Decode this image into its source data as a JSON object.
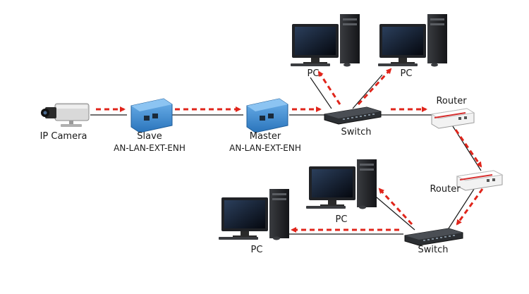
{
  "labels": {
    "camera": "IP Camera",
    "slave": "Slave",
    "slave_model": "AN-LAN-EXT-ENH",
    "master": "Master",
    "master_model": "AN-LAN-EXT-ENH",
    "switch_top": "Switch",
    "switch_bottom": "Switch",
    "router_top": "Router",
    "router_bottom": "Router",
    "pc1": "PC",
    "pc2": "PC",
    "pc3": "PC",
    "pc4": "PC"
  },
  "colors": {
    "arrow": "#e0251b",
    "cable": "#1a1a1a",
    "extender": "#3d8fd6",
    "router_stripe": "#d63030",
    "switch": "#2c2f33",
    "monitor": "#202226",
    "screen": "#0d1a2e"
  }
}
